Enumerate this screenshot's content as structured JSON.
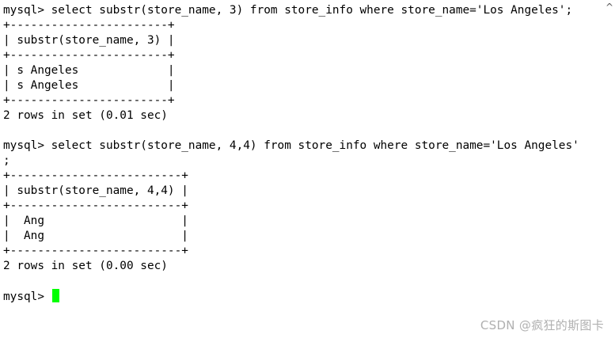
{
  "terminal": {
    "lines": [
      "mysql> select substr(store_name, 3) from store_info where store_name='Los Angeles';",
      "+-----------------------+",
      "| substr(store_name, 3) |",
      "+-----------------------+",
      "| s Angeles             |",
      "| s Angeles             |",
      "+-----------------------+",
      "2 rows in set (0.01 sec)",
      "",
      "mysql> select substr(store_name, 4,4) from store_info where store_name='Los Angeles'",
      ";",
      "+-------------------------+",
      "| substr(store_name, 4,4) |",
      "+-------------------------+",
      "|  Ang                    |",
      "|  Ang                    |",
      "+-------------------------+",
      "2 rows in set (0.00 sec)",
      ""
    ],
    "prompt": "mysql> "
  },
  "colors": {
    "background": "#ffffff",
    "text": "#000000",
    "cursor": "#00ff00"
  },
  "scrollbar": {
    "up_arrow": "^"
  },
  "watermark": "CSDN @疯狂的斯图卡"
}
